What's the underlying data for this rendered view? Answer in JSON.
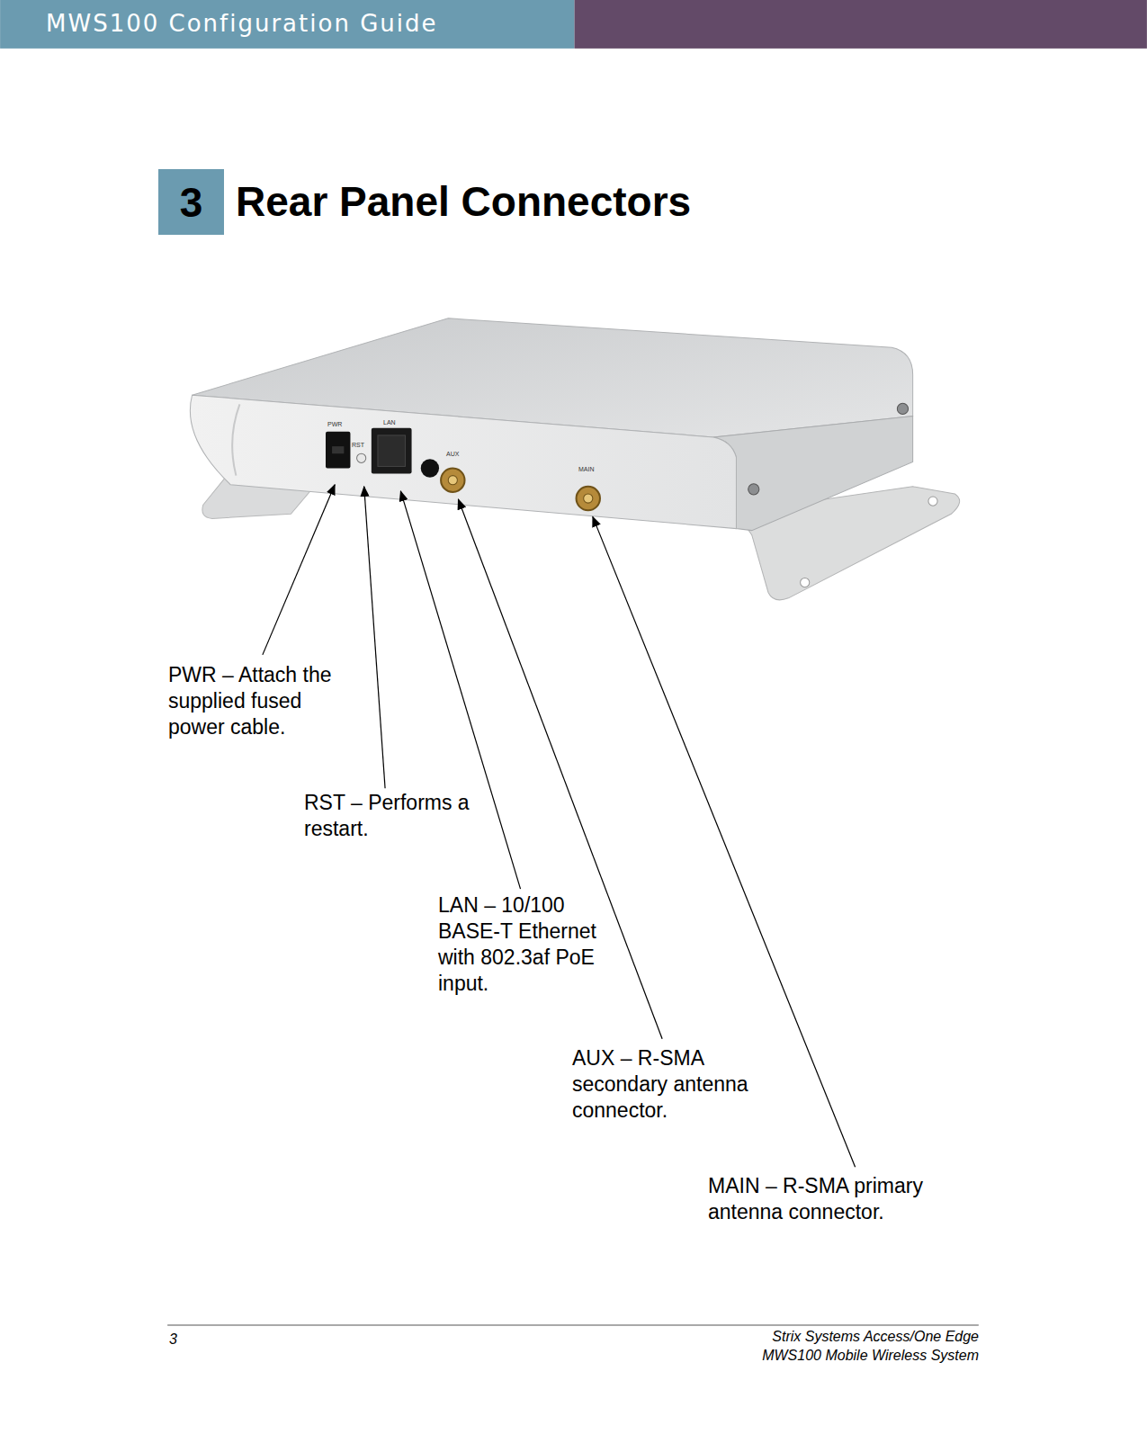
{
  "diagram": {
    "title": "Rear Panel Connectors",
    "nodes": [
      {
        "text": [
          "3"
        ]
      }
    ],
    "labels": [
      "MWS100 Configuration Guide",
      "PWR",
      "RST",
      "LAN",
      "AUX",
      "MAIN",
      "PWR – Attach the supplied fused power cable.",
      "RST – Performs a restart.",
      "LAN – 10/100 BASE-T Ethernet with 802.3af PoE input.",
      "AUX – R-SMA secondary antenna connector.",
      "MAIN – R-SMA primary antenna connector.",
      "3",
      "Strix Systems Access/One Edge",
      "MWS100 Mobile Wireless System"
    ]
  }
}
